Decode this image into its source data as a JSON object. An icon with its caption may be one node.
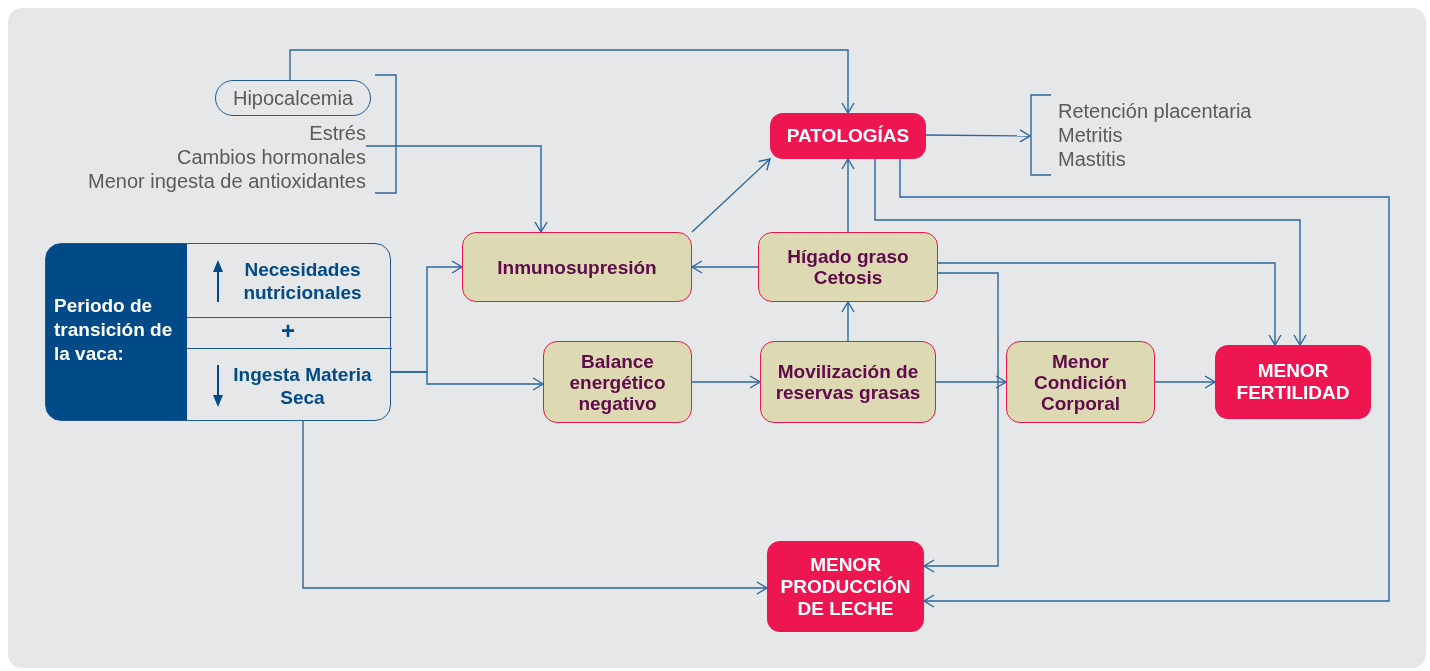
{
  "diagram": {
    "nodes": [
      {
        "text": [
          "Hipocalcemia"
        ]
      },
      {
        "text": [
          "Estrés",
          "Cambios hormonales",
          "Menor ingesta de antioxidantes"
        ]
      },
      {
        "text": [
          "Periodo de transición de la vaca:"
        ]
      },
      {
        "text": [
          "Necesidades nutricionales"
        ],
        "in": 2
      },
      {
        "text": [
          "Ingesta Materia Seca"
        ],
        "in": 2
      },
      {
        "text": [
          "PATOLOGÍAS"
        ]
      },
      {
        "text": [
          "Retención placentaria",
          "Metritis",
          "Mastitis"
        ]
      },
      {
        "text": [
          "Inmunosupresión"
        ]
      },
      {
        "text": [
          "Hígado graso Cetosis"
        ]
      },
      {
        "text": [
          "Balance energético negativo"
        ]
      },
      {
        "text": [
          "Movilización de reservas grasas"
        ]
      },
      {
        "text": [
          "Menor Condición Corporal"
        ]
      },
      {
        "text": [
          "MENOR FERTILIDAD"
        ]
      },
      {
        "text": [
          "MENOR PRODUCCIÓN DE LECHE"
        ]
      }
    ],
    "edges": [
      {
        "from": 0,
        "to": 5,
        "arrow": "to"
      },
      {
        "from": 1,
        "to": 7,
        "arrow": "to"
      },
      {
        "from": 4,
        "to": 7,
        "arrow": "to"
      },
      {
        "from": 4,
        "to": 9,
        "arrow": "to"
      },
      {
        "from": 4,
        "to": 13,
        "arrow": "to"
      },
      {
        "from": 7,
        "to": 5,
        "arrow": "to"
      },
      {
        "from": 5,
        "to": 6,
        "arrow": "to"
      },
      {
        "from": 8,
        "to": 7,
        "arrow": "to"
      },
      {
        "from": 10,
        "to": 8,
        "arrow": "to"
      },
      {
        "from": 8,
        "to": 5,
        "arrow": "to"
      },
      {
        "from": 9,
        "to": 10,
        "arrow": "to"
      },
      {
        "from": 10,
        "to": 11,
        "arrow": "to"
      },
      {
        "from": 11,
        "to": 12,
        "arrow": "to"
      },
      {
        "from": 8,
        "to": 12,
        "arrow": "to"
      },
      {
        "from": 5,
        "to": 12,
        "arrow": "to"
      },
      {
        "from": 5,
        "to": 13,
        "arrow": "to"
      },
      {
        "from": 8,
        "to": 13,
        "arrow": "to"
      }
    ],
    "labels": [
      "+"
    ]
  }
}
